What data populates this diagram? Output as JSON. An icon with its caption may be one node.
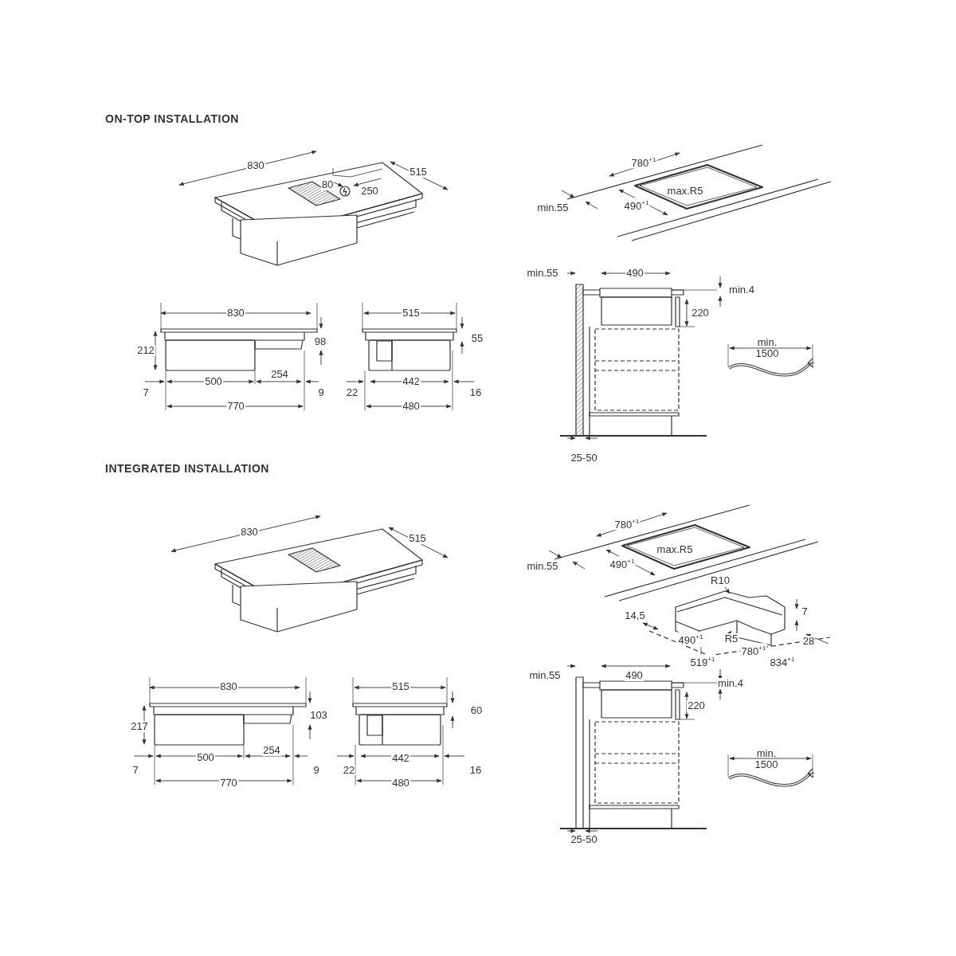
{
  "diagram": {
    "labels": [
      "ON-TOP INSTALLATION",
      "830",
      "515",
      "80",
      "250",
      "780$^{+1}$",
      "max.R5",
      "min.55",
      "490$^{+1}$",
      "830",
      "212",
      "98",
      "500",
      "254",
      "7",
      "9",
      "770",
      "515",
      "55",
      "442",
      "22",
      "16",
      "480",
      "min.55",
      "490",
      "min.4",
      "220",
      "min. 1500",
      "25-50",
      "INTEGRATED INSTALLATION",
      "830",
      "515",
      "780$^{+1}$",
      "max.R5",
      "min.55",
      "490$^{+1}$",
      "R10",
      "14,5",
      "7",
      "490$^{+1}$",
      "R5",
      "780$^{+1}$",
      "28",
      "519$^{+1}$",
      "834$^{+1}$",
      "830",
      "217",
      "103",
      "500",
      "254",
      "7",
      "9",
      "770",
      "515",
      "60",
      "442",
      "22",
      "16",
      "480",
      "min.55",
      "490",
      "min.4",
      "220",
      "min. 1500",
      "25-50"
    ]
  }
}
